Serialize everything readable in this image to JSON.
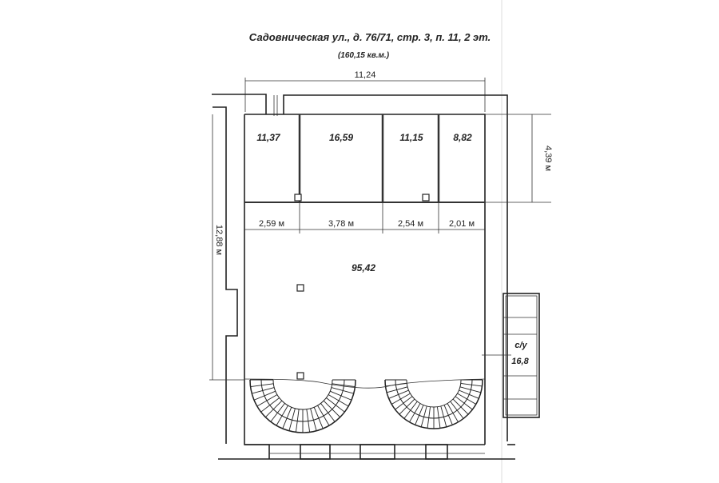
{
  "title": "Садовническая ул., д. 76/71, стр. 3, п. 11, 2 эт.",
  "subtitle": "(160,15 кв.м.)",
  "dimensions": {
    "total_width": "11,24",
    "room_height": "4,39 м",
    "total_height": "12,88 м",
    "room_widths": [
      "2,59 м",
      "3,78 м",
      "2,54 м",
      "2,01 м"
    ]
  },
  "rooms": [
    {
      "area": "11,37"
    },
    {
      "area": "16,59"
    },
    {
      "area": "11,15"
    },
    {
      "area": "8,82"
    },
    {
      "area": "95,42"
    }
  ],
  "wc": {
    "label": "с/у",
    "area": "16,8"
  }
}
